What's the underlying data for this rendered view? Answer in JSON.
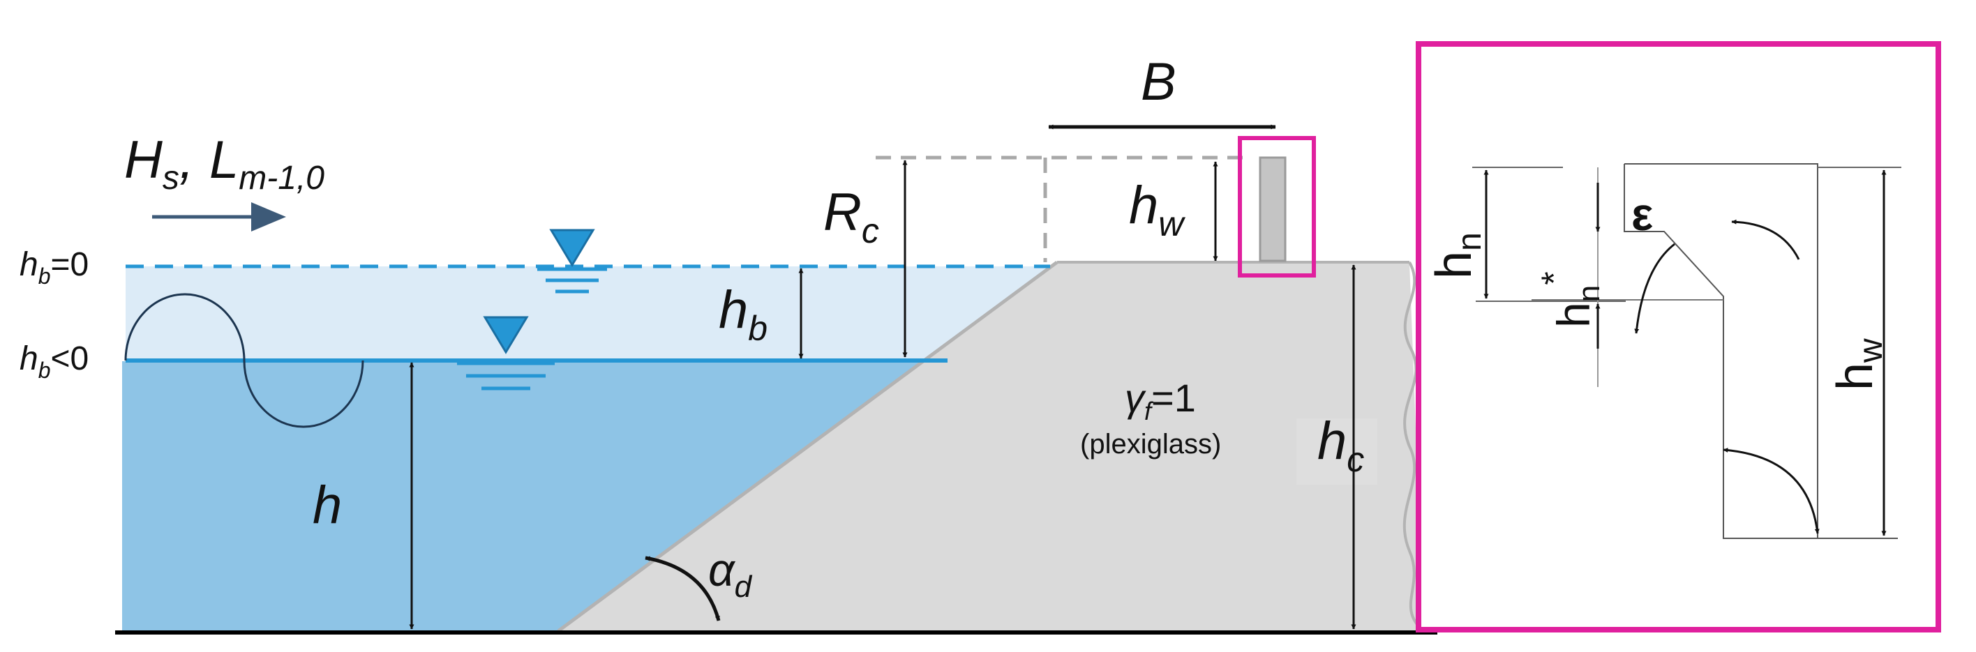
{
  "wave_label": {
    "h": "H",
    "s": "s",
    "comma": ",",
    "l": "L",
    "m": "m-1,0"
  },
  "water_levels": {
    "hb_zero": {
      "h": "h",
      "sub": "b",
      "rest": "=0"
    },
    "hb_neg": {
      "h": "h",
      "sub": "b",
      "rest": "<0"
    }
  },
  "dimensions": {
    "B": "B",
    "Rc": {
      "main": "R",
      "sub": "c"
    },
    "hw": {
      "main": "h",
      "sub": "w"
    },
    "hb": {
      "main": "h",
      "sub": "b"
    },
    "h": "h",
    "hc": {
      "main": "h",
      "sub": "c"
    },
    "alpha": {
      "main": "α",
      "sub": "d"
    }
  },
  "material": {
    "gamma": {
      "main": "γ",
      "sub": "f",
      "rest": "=1"
    },
    "name": "(plexiglass)"
  },
  "detail": {
    "hn": {
      "main": "h",
      "sub": "n"
    },
    "hn_star": {
      "main": "h",
      "sub": "n",
      "sup": "*"
    },
    "eps": "ε",
    "hw": {
      "main": "h",
      "sub": "w"
    }
  },
  "colors": {
    "water_dark": "#8ec4e6",
    "water_light": "#dcebf7",
    "water_line": "#2596d4",
    "structure": "#dadada",
    "structure_edge": "#b3b3b3",
    "highlight": "#e0209e",
    "ink": "#111111",
    "arrow_blue": "#3d5a78"
  }
}
